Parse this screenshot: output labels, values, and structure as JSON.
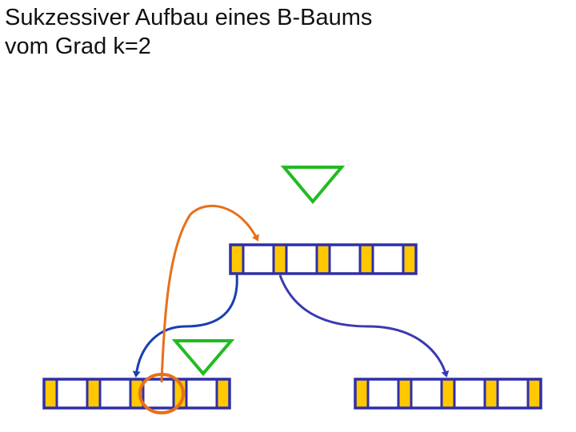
{
  "title": {
    "line1": "Sukzessiver Aufbau eines B-Baums",
    "line2": "vom Grad k=2"
  },
  "colors": {
    "node_border": "#2f2fa8",
    "pointer_slot": "#ffc800",
    "key_slot": "#ffffff",
    "triangle": "#22bb22",
    "arrow_left": "#1a3fb0",
    "arrow_right": "#3a3ab0",
    "arrow_promote": "#e8701a",
    "highlight_circle": "#e8701a"
  },
  "tree": {
    "root_node": {
      "pointer_slots": 5,
      "key_slots": 4
    },
    "left_child": {
      "pointer_slots": 5,
      "key_slots": 4
    },
    "right_child": {
      "pointer_slots": 5,
      "key_slots": 4
    }
  },
  "icons": {
    "insert_marker": "down-triangle-icon",
    "highlight": "circle-highlight"
  }
}
